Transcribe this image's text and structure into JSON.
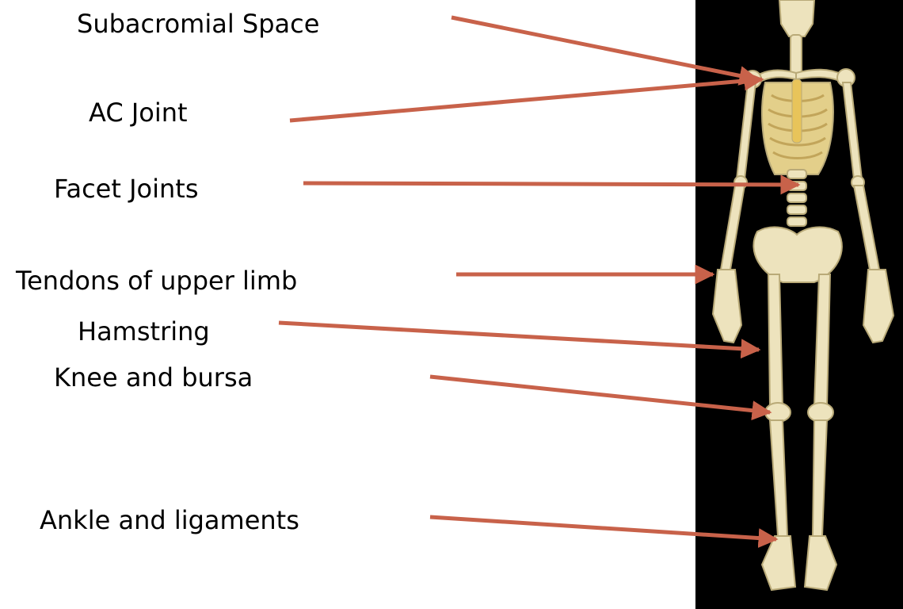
{
  "colors": {
    "arrow": "#c8624a",
    "background": "#ffffff",
    "photo_background": "#000000",
    "bone": "#ede3bd",
    "bone_dark": "#b9aa78",
    "highlight": "#e8c45a"
  },
  "image": {
    "subject": "skeleton-photo"
  },
  "labels": [
    {
      "id": "subacromial-space",
      "text": "Subacromial Space"
    },
    {
      "id": "ac-joint",
      "text": "AC Joint"
    },
    {
      "id": "facet-joints",
      "text": "Facet Joints"
    },
    {
      "id": "tendons-upper-limb",
      "text": "Tendons of upper limb"
    },
    {
      "id": "hamstring",
      "text": "Hamstring"
    },
    {
      "id": "knee-bursa",
      "text": "Knee and bursa"
    },
    {
      "id": "ankle-ligaments",
      "text": "Ankle and ligaments"
    }
  ]
}
